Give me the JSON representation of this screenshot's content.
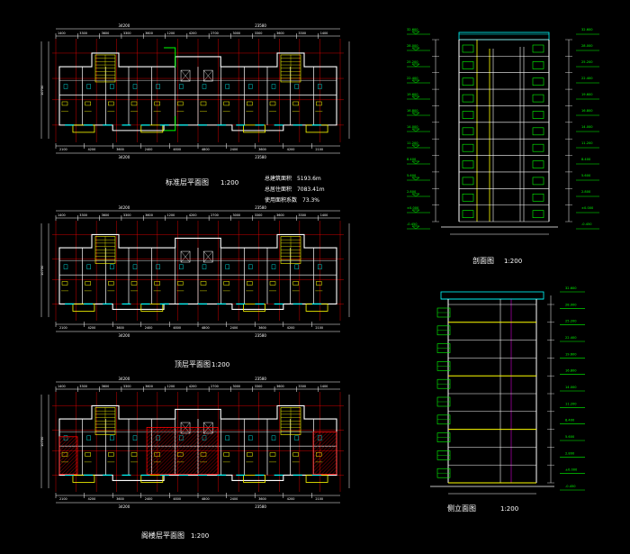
{
  "titles": {
    "plan1": "标准层平面图",
    "plan2": "顶层平面图",
    "plan3": "阁楼层平面图",
    "section": "剖面图",
    "elevation": "侧立面图"
  },
  "scale": "1:200",
  "areas": [
    {
      "label": "总建筑面积",
      "value": "5193.6m"
    },
    {
      "label": "总居住面积",
      "value": "7083.41m"
    },
    {
      "label": "使用面积系数",
      "value": "73.3%"
    }
  ],
  "dims": {
    "top_total_a": "34200",
    "top_total_b": "23580",
    "plan_segments": [
      "1400",
      "3300",
      "3600",
      "3300",
      "3600",
      "1200",
      "4200",
      "2700",
      "3000",
      "3300",
      "3600",
      "3300",
      "1400"
    ],
    "bottom_segments": [
      "2100",
      "4200",
      "3600",
      "2400",
      "4800",
      "4800",
      "2400",
      "3600",
      "4200",
      "2100"
    ],
    "height_side": "10750"
  },
  "section_levels": [
    "32.600",
    "28.000",
    "25.200",
    "22.400",
    "19.600",
    "16.800",
    "14.000",
    "11.200",
    "8.400",
    "5.600",
    "2.800",
    "±0.000",
    "-0.450"
  ],
  "elev_levels": [
    "32.600",
    "28.000",
    "25.200",
    "22.400",
    "19.600",
    "16.800",
    "14.000",
    "11.200",
    "8.400",
    "5.600",
    "2.800",
    "±0.000",
    "-0.450"
  ],
  "colors": {
    "cad_green": "#00ff00",
    "cad_yellow": "#ffff00",
    "cad_red": "#ff0000",
    "cad_cyan": "#00ffff",
    "cad_white": "#ffffff",
    "cad_magenta": "#ff00ff"
  }
}
